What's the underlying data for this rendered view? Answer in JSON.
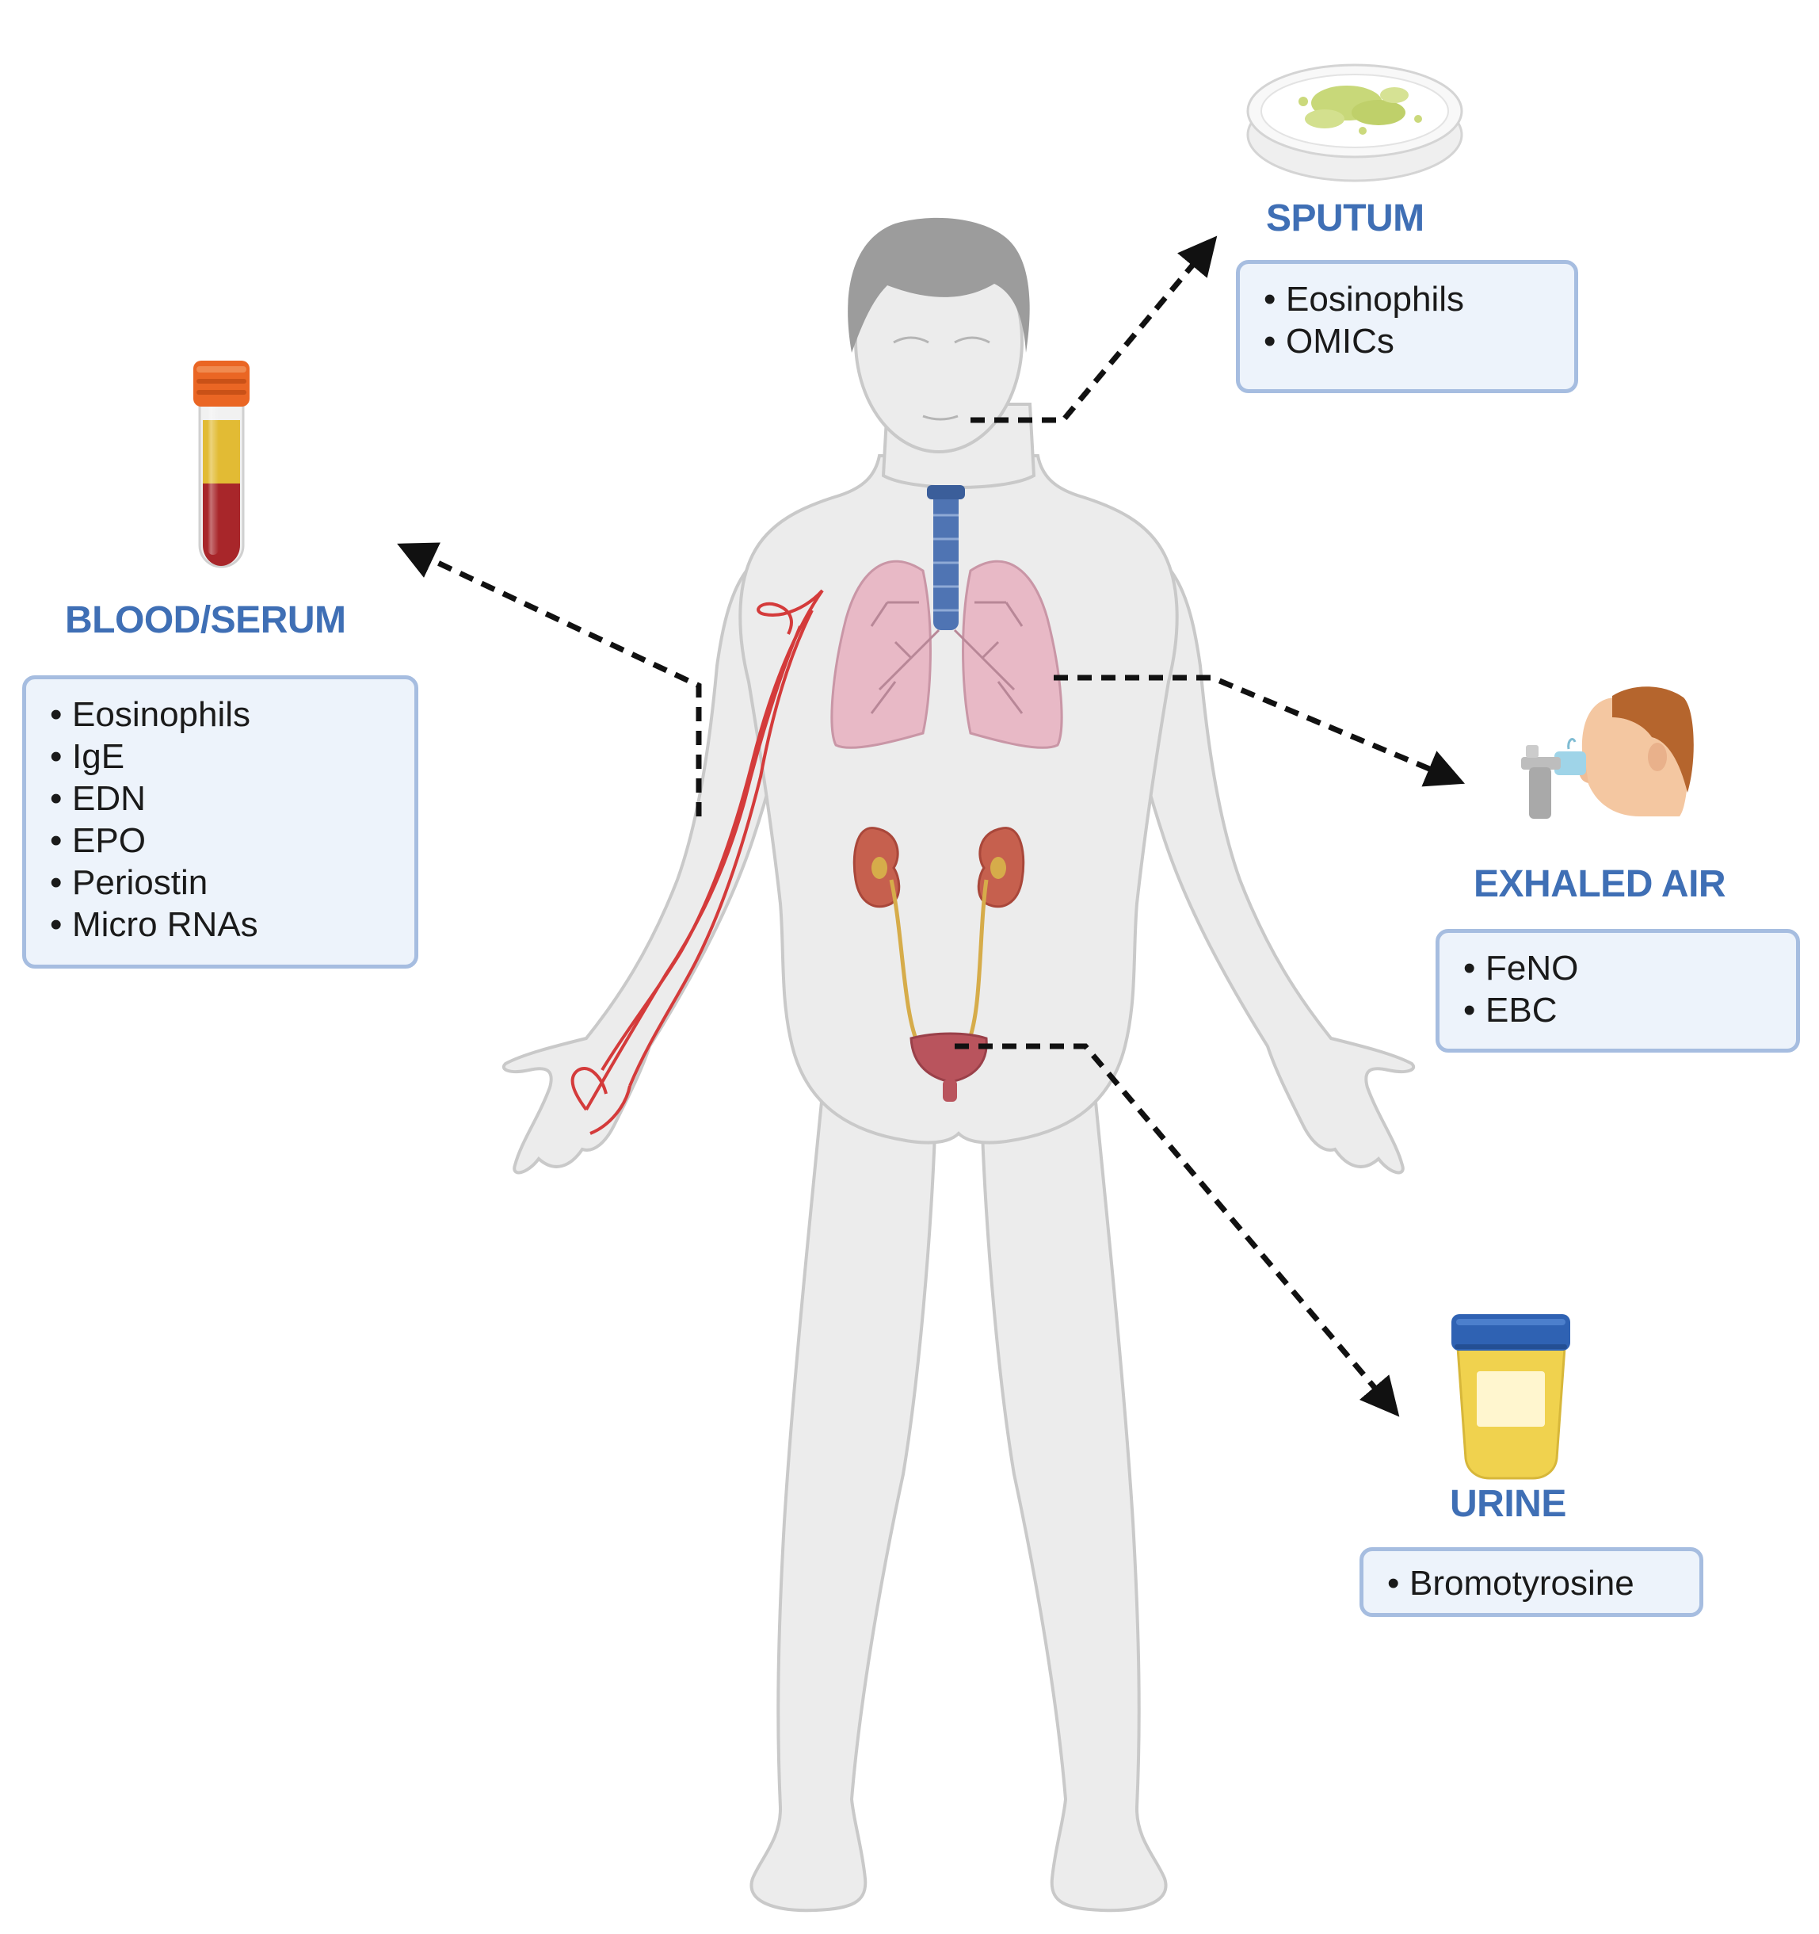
{
  "colors": {
    "heading": "#3f6fb5",
    "panel_fill": "#edf3fb",
    "panel_border": "#a6bde0",
    "body_fill": "#ececec",
    "body_outline": "#c9c9c9",
    "artery": "#d43b3b",
    "lung": "#e8b9c6",
    "trachea": "#4f74b3",
    "kidney": "#c6604e",
    "ureter": "#d6ac4a",
    "bladder": "#b9545d",
    "arrow": "#111111"
  },
  "icons": {
    "body": "human-body-icon",
    "blood": "blood-tube-icon",
    "sputum": "petri-dish-icon",
    "exhaled": "breath-test-icon",
    "urine": "urine-cup-icon"
  },
  "sections": {
    "sputum": {
      "title": "SPUTUM",
      "items": [
        "Eosinophils",
        "OMICs"
      ]
    },
    "blood": {
      "title": "BLOOD/SERUM",
      "items": [
        "Eosinophils",
        "IgE",
        "EDN",
        "EPO",
        "Periostin",
        "Micro RNAs"
      ]
    },
    "exhaled": {
      "title": "EXHALED AIR",
      "items": [
        "FeNO",
        "EBC"
      ]
    },
    "urine": {
      "title": "URINE",
      "items": [
        "Bromotyrosine"
      ]
    }
  },
  "bullet": "•"
}
